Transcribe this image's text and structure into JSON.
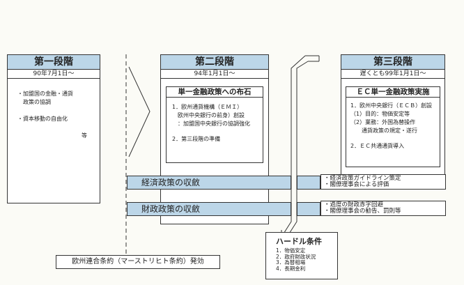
{
  "stage1": {
    "title": "第一段階",
    "date": "90年7月1日～",
    "items": [
      "・加盟国の金融・通貨",
      "　政策の協調",
      "・資本移動の自由化"
    ],
    "etc": "等"
  },
  "stage2": {
    "title": "第二段階",
    "date": "94年1月1日～",
    "box_title": "単一金融政策への布石",
    "items": [
      "1．欧州通貨機構（ＥＭＩ）",
      "　欧州中央銀行の前身）創設",
      "　：加盟国中央銀行の協調強化",
      "2．第三段階の準備"
    ]
  },
  "stage3": {
    "title": "第三段階",
    "date": "遅くとも99年1月1日～",
    "box_title": "ＥＣ単一金融政策実施",
    "items": [
      "1．欧州中央銀行（ＥＣＢ）創設",
      "（1）目的：物価安定等",
      "（2）業務：外国為替操作",
      "　　通貨政策の規定・遂行",
      "2．ＥＣ共通通貨導入"
    ]
  },
  "bands": {
    "economic": {
      "label": "経済政策の収斂",
      "notes": [
        "・経済政策ガイドライン策定",
        "・閣僚理事会による評価"
      ]
    },
    "fiscal": {
      "label": "財政政策の収斂",
      "notes": [
        "・過度の財政赤字回避",
        "・閣僚理事会の勧告、罰則等"
      ]
    }
  },
  "treaty": "欧州連合条約（マーストリヒト条約）発効",
  "hurdle": {
    "title": "ハードル条件",
    "items": [
      "1．物価安定",
      "2．政府財政状況",
      "3．為替相場",
      "4．長期金利"
    ]
  },
  "colors": {
    "stage_header": "#bcd6e8",
    "band": "#bcd6e8"
  }
}
